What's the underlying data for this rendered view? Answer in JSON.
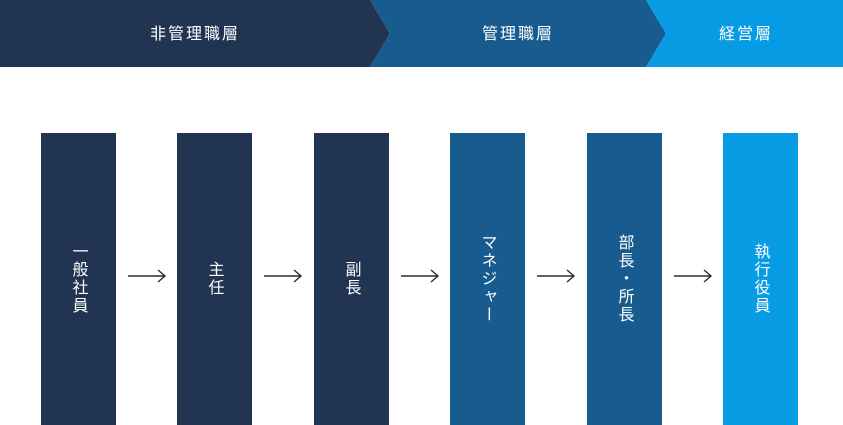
{
  "banner": {
    "segments": [
      {
        "label": "非管理職層",
        "color": "#213452"
      },
      {
        "label": "管理職層",
        "color": "#185c8f"
      },
      {
        "label": "経営層",
        "color": "#069be3"
      }
    ]
  },
  "levels": [
    {
      "label": "一般社員",
      "color": "#213452"
    },
    {
      "label": "主任",
      "color": "#213452"
    },
    {
      "label": "副長",
      "color": "#213452"
    },
    {
      "label": "マネジャー",
      "color": "#185c8f"
    },
    {
      "label": "部長・所長",
      "color": "#185c8f"
    },
    {
      "label": "執行役員",
      "color": "#069be3"
    }
  ],
  "arrow_color": "#2b2b2b"
}
